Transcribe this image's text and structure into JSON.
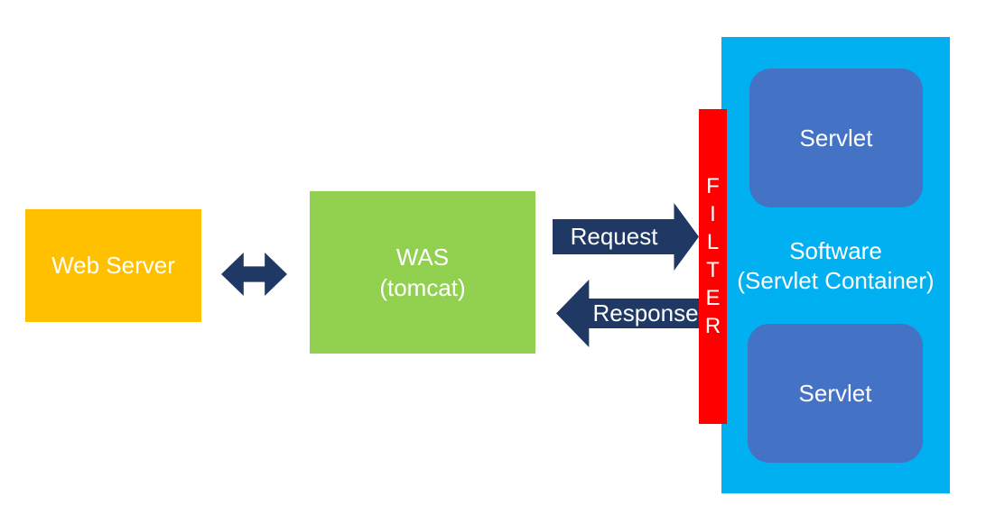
{
  "diagram": {
    "description": "Web request flow diagram: Web Server to WAS (tomcat), Request/Response through a Filter into the Servlet Container software holding Servlets",
    "colors": {
      "web_server_box": "#FFC000",
      "was_box": "#92D050",
      "arrow": "#1F3864",
      "filter_bar": "#FF0000",
      "container_box": "#00B0F0",
      "servlet_box": "#4472C4",
      "label_text": "#ffffff",
      "background": "#ffffff"
    },
    "web_server": {
      "label": "Web Server"
    },
    "was": {
      "line1": "WAS",
      "line2": "(tomcat)"
    },
    "request": {
      "label": "Request"
    },
    "response": {
      "label": "Response"
    },
    "filter": {
      "letters": [
        "F",
        "I",
        "L",
        "T",
        "E",
        "R"
      ]
    },
    "container": {
      "line1": "Software",
      "line2": "(Servlet Container)"
    },
    "servlet_top": {
      "label": "Servlet"
    },
    "servlet_bottom": {
      "label": "Servlet"
    }
  }
}
